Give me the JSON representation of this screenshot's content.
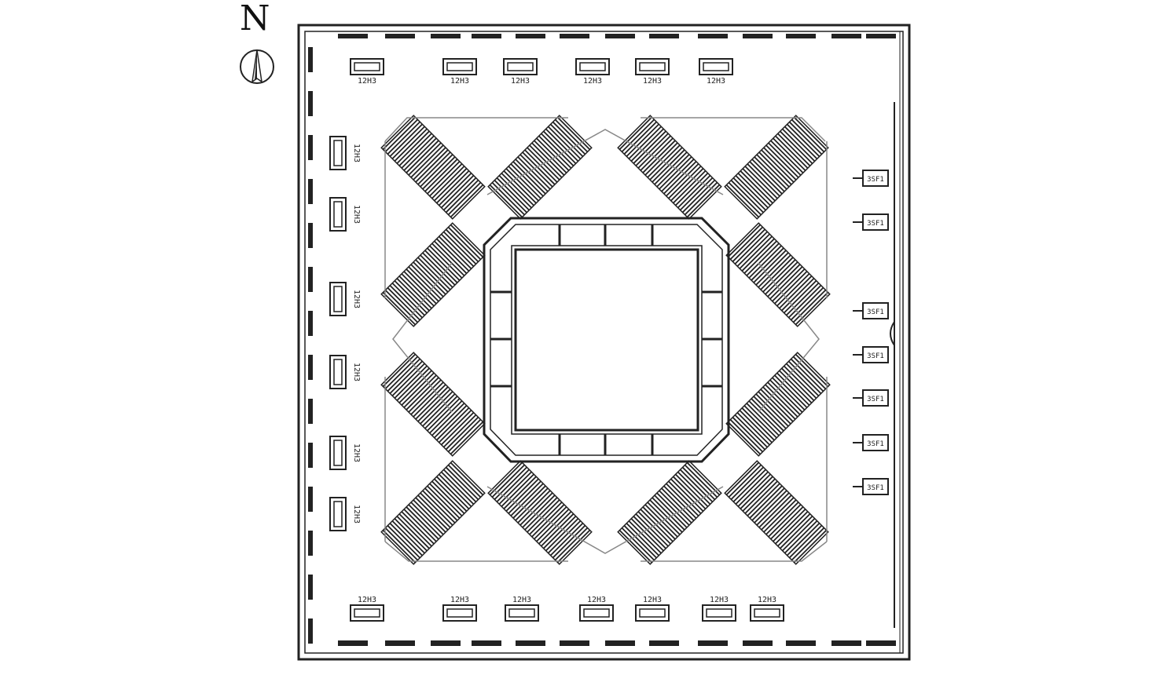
{
  "north_label": "N",
  "unit_label": "12H3",
  "east_labels": [
    "3SF1",
    "3SF1",
    "3SF1",
    "3SF1",
    "3SF1",
    "3SF1",
    "3SF1"
  ],
  "colors": {
    "line": "#222222",
    "light": "#9a9a9a",
    "paper": "#ffffff"
  }
}
